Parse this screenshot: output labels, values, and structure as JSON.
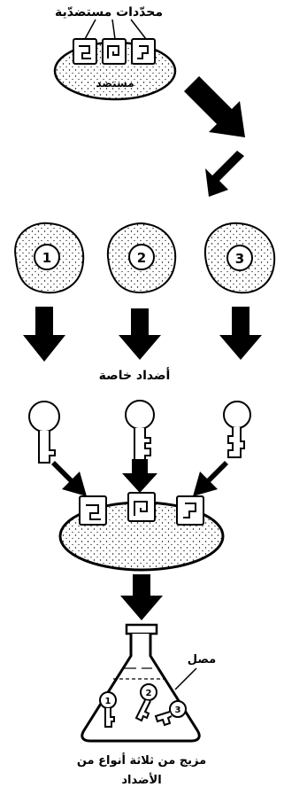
{
  "labels": {
    "antigenic_determinants": "محدّدات مستضدّية",
    "antigen": "مستضد",
    "specific_antibodies": "أضداد خاصة",
    "serum": "مصل",
    "mixture_line1": "مزيج من ثلاثة أنواع من",
    "mixture_line2": "الأضداد"
  },
  "cells": [
    {
      "number": "1"
    },
    {
      "number": "2"
    },
    {
      "number": "3"
    }
  ],
  "antibodies_in_flask": [
    "1",
    "2",
    "3"
  ],
  "colors": {
    "ink": "#000000",
    "background": "#ffffff"
  }
}
